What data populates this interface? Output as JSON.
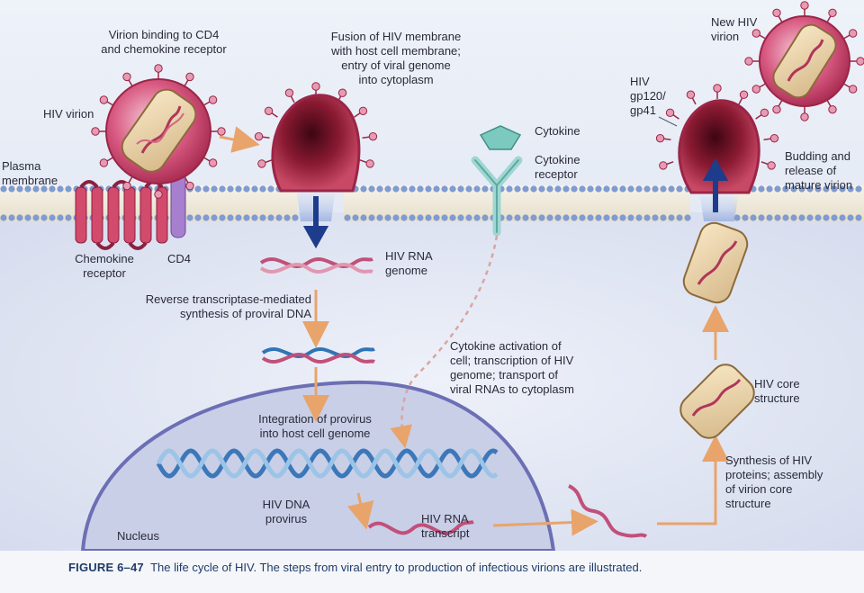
{
  "labels": {
    "virion_binding": "Virion binding to CD4\nand chemokine receptor",
    "hiv_virion": "HIV virion",
    "plasma_membrane": "Plasma\nmembrane",
    "fusion": "Fusion of HIV membrane\nwith host cell membrane;\nentry of viral genome\ninto cytoplasm",
    "cytokine": "Cytokine",
    "cytokine_receptor": "Cytokine\nreceptor",
    "new_hiv_virion": "New HIV\nvirion",
    "gp120": "HIV\ngp120/\ngp41",
    "budding": "Budding and\nrelease of\nmature virion",
    "chemokine_receptor": "Chemokine\nreceptor",
    "cd4": "CD4",
    "hiv_rna_genome": "HIV RNA\ngenome",
    "reverse_transcriptase": "Reverse transcriptase-mediated\nsynthesis of proviral DNA",
    "cytokine_activation": "Cytokine activation of\ncell; transcription of HIV\ngenome; transport of\nviral RNAs to cytoplasm",
    "hiv_core_structure": "HIV core\nstructure",
    "integration": "Integration of provirus\ninto host cell genome",
    "synthesis": "Synthesis of HIV\nproteins; assembly\nof virion core\nstructure",
    "hiv_dna_provirus": "HIV DNA\nprovirus",
    "hiv_rna_transcript": "HIV RNA\ntranscript",
    "nucleus": "Nucleus"
  },
  "caption": {
    "figure": "FIGURE 6–47",
    "text": "The life cycle of HIV. The steps from viral entry to production of infectious virions are illustrated."
  },
  "colors": {
    "membrane": "#7f9bd1",
    "virion": "#c8406a",
    "virion_dark": "#5b0c1e",
    "arrow_orange": "#e8a46a",
    "arrow_blue": "#1d3c8c",
    "receptor_pink": "#d24a6c",
    "cd4_purple": "#a77fcf",
    "cytokine_receptor": "#9ed7d2",
    "nucleus_edge": "#6c6fb4"
  }
}
